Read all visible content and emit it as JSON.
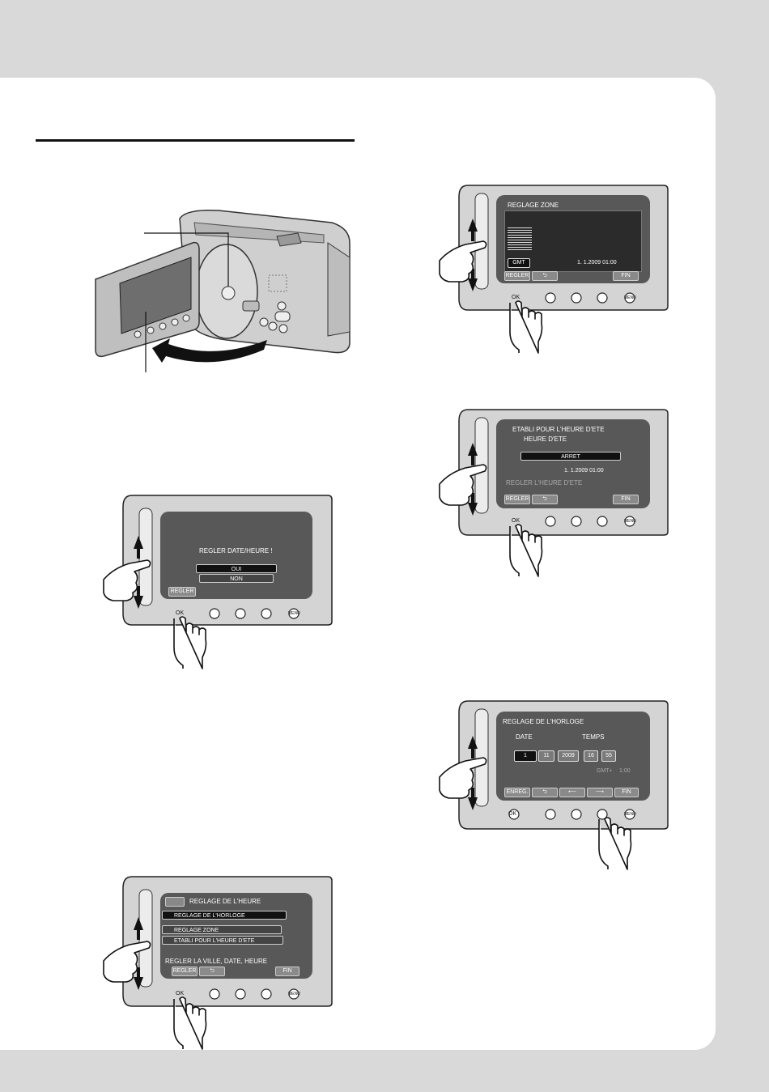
{
  "screen1": {
    "message": "REGLER DATE/HEURE !",
    "options": [
      "OUI",
      "NON"
    ],
    "left_button": "REGLER",
    "ok_label": "OK",
    "menu_label": "MENU"
  },
  "screen2": {
    "title": "REGLAGE DE L'HEURE",
    "items": [
      "REGLAGE DE L'HORLOGE",
      "REGLAGE ZONE",
      "ETABLI POUR L'HEURE D'ETE"
    ],
    "hint": "REGLER LA VILLE, DATE, HEURE",
    "left_button": "REGLER",
    "right_button": "FIN",
    "ok_label": "OK",
    "menu_label": "MENU"
  },
  "screen3": {
    "title": "REGLAGE ZONE",
    "gmt": "GMT",
    "datetime": "1. 1.2009 01:00",
    "left_button": "REGLER",
    "right_button": "FIN",
    "ok_label": "OK",
    "menu_label": "MENU"
  },
  "screen4": {
    "title": "ETABLI POUR L'HEURE D'ETE",
    "subtitle": "HEURE D'ETE",
    "value": "ARRET",
    "datetime": "1. 1.2009  01:00",
    "hint": "REGLER L'HEURE D'ETE",
    "left_button": "REGLER",
    "right_button": "FIN",
    "ok_label": "OK",
    "menu_label": "MENU"
  },
  "screen5": {
    "title": "REGLAGE DE L'HORLOGE",
    "date_label": "DATE",
    "time_label": "TEMPS",
    "day": "1",
    "month": "11",
    "year": "2009",
    "hour": "16",
    "minute": "55",
    "gmt": "GMT+",
    "offset": "1:00",
    "left_button": "ENREG.",
    "right_button": "FIN",
    "ok_label": "OK",
    "menu_label": "MENU"
  },
  "colors": {
    "page": "#ffffff",
    "background": "#d9d9d9",
    "lcd": "#585858",
    "bezel": "#c9c9c9"
  }
}
